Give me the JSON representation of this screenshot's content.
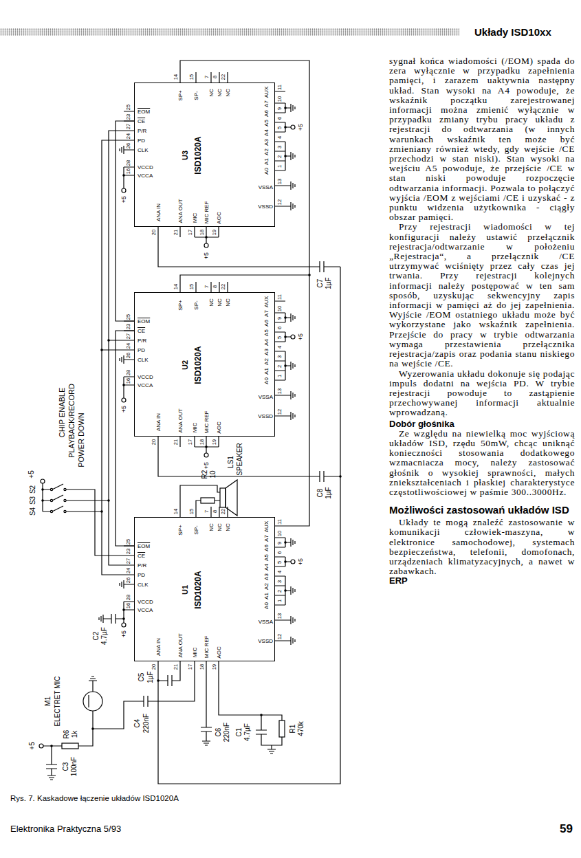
{
  "diagram": {
    "caption": "Rys. 7. Kaskadowe łączenie układów ISD1020A",
    "nodes": [
      {
        "text": [
          "U3",
          "ISD1020A",
          "VCCA",
          "VCCD",
          "CLK",
          "PD",
          "P/R",
          "CE",
          "EOM",
          "ANA IN",
          "ANA OUT",
          "MIC",
          "MIC REF",
          "AGC",
          "SP+",
          "SP-",
          "NC",
          "NC",
          "NC",
          "A0",
          "A1",
          "A2",
          "A3",
          "A4",
          "A5",
          "A6",
          "A7",
          "AUX",
          "VSSA",
          "VSSD"
        ]
      },
      {
        "text": [
          "U2",
          "ISD1020A",
          "VCCA",
          "VCCD",
          "CLK",
          "PD",
          "P/R",
          "CE",
          "EOM",
          "ANA IN",
          "ANA OUT",
          "MIC",
          "MIC REF",
          "AGC",
          "SP+",
          "SP-",
          "NC",
          "NC",
          "NC",
          "A0",
          "A1",
          "A2",
          "A3",
          "A4",
          "A5",
          "A6",
          "A7",
          "AUX",
          "VSSA",
          "VSSD"
        ]
      },
      {
        "text": [
          "U1",
          "ISD1020A",
          "VCCA",
          "VCCD",
          "CLK",
          "PD",
          "P/R",
          "CE",
          "EOM",
          "ANA IN",
          "ANA OUT",
          "MIC",
          "MIC REF",
          "AGC",
          "SP+",
          "SP-",
          "NC",
          "NC",
          "NC",
          "A0",
          "A1",
          "A2",
          "A3",
          "A4",
          "A5",
          "A6",
          "A7",
          "AUX",
          "VSSA",
          "VSSD"
        ]
      }
    ],
    "edges": [
      {
        "from": 2,
        "to": 1,
        "arrow": "none"
      },
      {
        "from": 1,
        "to": 0,
        "arrow": "none"
      }
    ],
    "labels": [
      "Układy ISD10xx",
      "16",
      "28",
      "26",
      "24",
      "27",
      "23",
      "25",
      "20",
      "21",
      "17",
      "18",
      "19",
      "14",
      "15",
      "7",
      "8",
      "22",
      "11",
      "10",
      "9",
      "6",
      "5",
      "4",
      "3",
      "2",
      "1",
      "13",
      "12",
      "+5",
      "+5",
      "+5",
      "16",
      "28",
      "26",
      "24",
      "27",
      "23",
      "25",
      "20",
      "21",
      "17",
      "18",
      "19",
      "14",
      "15",
      "7",
      "8",
      "22",
      "11",
      "10",
      "9",
      "6",
      "5",
      "4",
      "3",
      "2",
      "1",
      "13",
      "12",
      "+5",
      "+5",
      "+5",
      "16",
      "28",
      "26",
      "24",
      "27",
      "23",
      "25",
      "20",
      "21",
      "17",
      "18",
      "19",
      "14",
      "15",
      "7",
      "8",
      "22",
      "11",
      "10",
      "9",
      "6",
      "5",
      "4",
      "3",
      "2",
      "1",
      "13",
      "12",
      "+5",
      "+5",
      "+5",
      "S2",
      "S3",
      "S4",
      "CHIP ENABLE",
      "PLAYBACK/RECORD",
      "POWER DOWN",
      "R2",
      "10",
      "LS1",
      "SPEAKER",
      "C7",
      "1µF",
      "C8",
      "1µF",
      "C2",
      "4.7µF",
      "M1",
      "ELECTRET MIC",
      "C5",
      "1µF",
      "C4",
      "220nF",
      "C6",
      "220nF",
      "R1",
      "470k",
      "C1",
      "4.7µF",
      "+5",
      "R6",
      "1k",
      "C3",
      "100nF",
      "sygnał końca wiadomości (/EOM) spada do zera wyłącznie w przypadku zapełnienia pamięci, i zarazem uaktywnia następny układ. Stan wysoki na A4 powoduje, że wskaźnik początku zarejestrowanej informacji można zmienić wyłącznie w przypadku zmiany trybu pracy układu z rejestracji do odtwarzania (w innych warunkach wskaźnik ten może być zmieniany również wtedy, gdy wejście /CE przechodzi w stan niski). Stan wysoki na wejściu A5 powoduje, że przejście /CE w stan niski powoduje rozpoczęcie odtwarzania informacji. Pozwala to połączyć wyjścia /EOM z wejściami /CE i uzyskać - z punktu widzenia użytkownika - ciągły obszar pamięci.",
      "Przy rejestracji wiadomości w tej konfiguracji należy ustawić przełącznik rejestracja/odtwarzanie w położeniu „Rejestracja“, a przełącznik /CE utrzymywać wciśnięty przez cały czas jej trwania. Przy rejestracji kolejnych informacji należy postępować w ten sam sposób, uzyskując sekwencyjny zapis informacji w pamięci aż do jej zapełnienia. Wyjście /EOM ostatniego układu może być wykorzystane jako wskaźnik zapełnienia. Przejście do pracy w trybie odtwarzania wymaga przestawienia przełącznika rejestracja/zapis oraz podania stanu niskiego na wejście /CE.",
      "Wyzerowania układu dokonuje się podając impuls dodatni na wejścia PD. W trybie rejestracji powoduje to zastąpienie przechowywanej informacji aktualnie wprowadzaną.",
      "Dobór głośnika",
      "Ze względu na niewielką moc wyjściową układów ISD, rzędu 50mW, chcąc uniknąć konieczności stosowania dodatkowego wzmacniacza mocy, należy zastosować głośnik o wysokiej sprawności, małych zniekształceniach i płaskiej charakterystyce częstotliwościowej w paśmie 300..3000Hz.",
      "Możliwości zastosowań układów ISD",
      "Układy te mogą znaleźć zastosowanie w komunikacji człowiek-maszyna, w elektronice samochodowej, systemach bezpieczeństwa, telefonii, domofonach, urządzeniach klimatyzacyjnych, a nawet w zabawkach.",
      "ERP",
      "Elektronika Praktyczna 5/93",
      "59"
    ]
  }
}
